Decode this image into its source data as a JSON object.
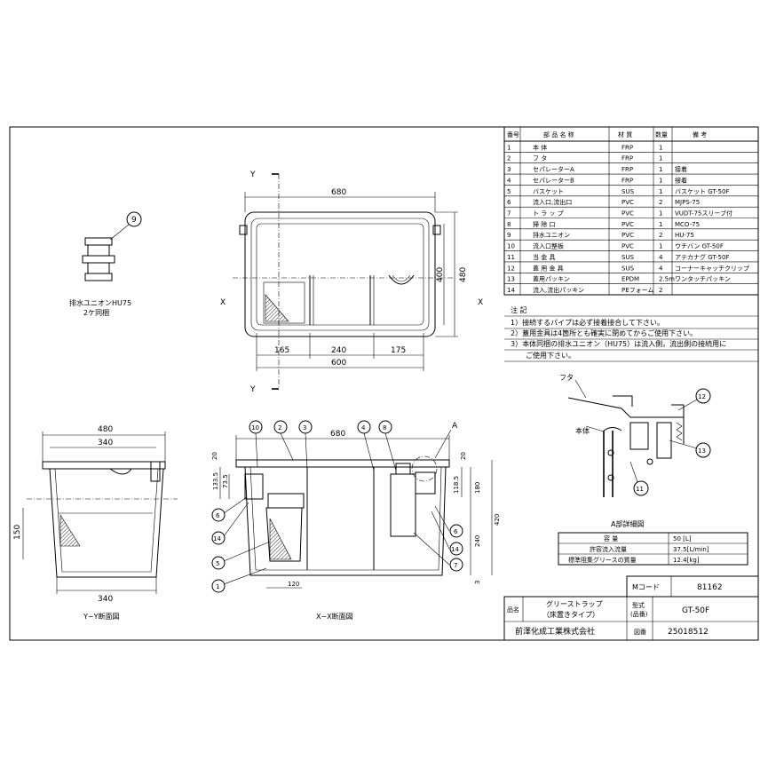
{
  "parts_table": {
    "headers": [
      "番号",
      "部 品 名 称",
      "材 質",
      "数量",
      "備 考"
    ],
    "rows": [
      [
        "1",
        "本 体",
        "FRP",
        "1",
        ""
      ],
      [
        "2",
        "フ タ",
        "FRP",
        "1",
        ""
      ],
      [
        "3",
        "セパレーターA",
        "FRP",
        "1",
        "接着"
      ],
      [
        "4",
        "セパレーターB",
        "FRP",
        "1",
        "接着"
      ],
      [
        "5",
        "バスケット",
        "SUS",
        "1",
        "バスケット GT-50F"
      ],
      [
        "6",
        "流入口,流出口",
        "PVC",
        "2",
        "MJPS-75"
      ],
      [
        "7",
        "ト ラ ッ プ",
        "PVC",
        "1",
        "VUDT-75スリーブ付"
      ],
      [
        "8",
        "掃 除 口",
        "PVC",
        "1",
        "MCO-75"
      ],
      [
        "9",
        "排水ユニオン",
        "PVC",
        "2",
        "HU-75"
      ],
      [
        "10",
        "流入口整板",
        "PVC",
        "1",
        "ウチバン GT-50F"
      ],
      [
        "11",
        "当 金 具",
        "SUS",
        "4",
        "アテカナグ GT-50F"
      ],
      [
        "12",
        "蓋 用 金 具",
        "SUS",
        "4",
        "コーナーキャッチクリップ"
      ],
      [
        "13",
        "蓋用パッキン",
        "EPDM",
        "2.5m",
        "ワンタッチパッキン"
      ],
      [
        "14",
        "流入,流出パッキン",
        "PEフォーム",
        "2",
        ""
      ]
    ]
  },
  "notes": {
    "title": "注 記",
    "items": [
      "1）接続するパイプは必ず接着接合して下さい。",
      "2）蓋用金具は4箇所とも確実に閉めてからご使用下さい。",
      "3）本体同梱の排水ユニオン（HU75）は流入側，流出側の接続用に",
      "ご使用下さい。"
    ]
  },
  "spec_table": {
    "title": "A部詳細図",
    "rows": [
      [
        "容 量",
        "50 [L]"
      ],
      [
        "許容流入流量",
        "37.5[L/min]"
      ],
      [
        "標準阻集グリースの質量",
        "12.4[kg]"
      ]
    ]
  },
  "title_block": {
    "mcode_label": "Mコード",
    "mcode": "81162",
    "name_label": "品名",
    "name_line1": "グリーストラップ",
    "name_line2": "（床置きタイプ）",
    "model_label_1": "型式",
    "model_label_2": "(品番)",
    "model": "GT-50F",
    "maker": "前澤化成工業株式会社",
    "drawing_label": "図番",
    "drawing_no": "25018512"
  },
  "plan_view": {
    "dim_top": "680",
    "dim_bottom_left": "165",
    "dim_bottom_mid": "240",
    "dim_bottom_right": "175",
    "dim_bottom_total": "600",
    "dim_right_inner": "400",
    "dim_right_outer": "480",
    "section_y_top": "Y",
    "section_y_bottom": "Y",
    "section_x_left": "X",
    "section_x_right": "X"
  },
  "union_detail": {
    "callout": "9",
    "label_line1": "排水ユニオンHU75",
    "label_line2": "2ケ同梱"
  },
  "yy_section": {
    "dim_top_outer": "480",
    "dim_top_inner": "340",
    "dim_left": "150",
    "dim_bottom": "340",
    "caption": "Y−Y断面図"
  },
  "xx_section": {
    "dim_top": "680",
    "dim_20_left": "20",
    "dim_1335": "133.5",
    "dim_735": "73.5",
    "dim_20_right": "20",
    "dim_1185": "118.5",
    "dim_180": "180",
    "dim_240": "240",
    "dim_420": "420",
    "dim_3": "3",
    "dim_120": "120",
    "callouts_top": [
      "10",
      "2",
      "3",
      "4",
      "8"
    ],
    "callout_a": "A",
    "callouts_left": [
      "6",
      "14",
      "5",
      "1"
    ],
    "callouts_right": [
      "6",
      "14",
      "7"
    ],
    "caption": "X−X断面図"
  },
  "a_detail": {
    "label_lid": "フタ",
    "label_body": "本体",
    "callouts": [
      "12",
      "13",
      "11"
    ]
  }
}
